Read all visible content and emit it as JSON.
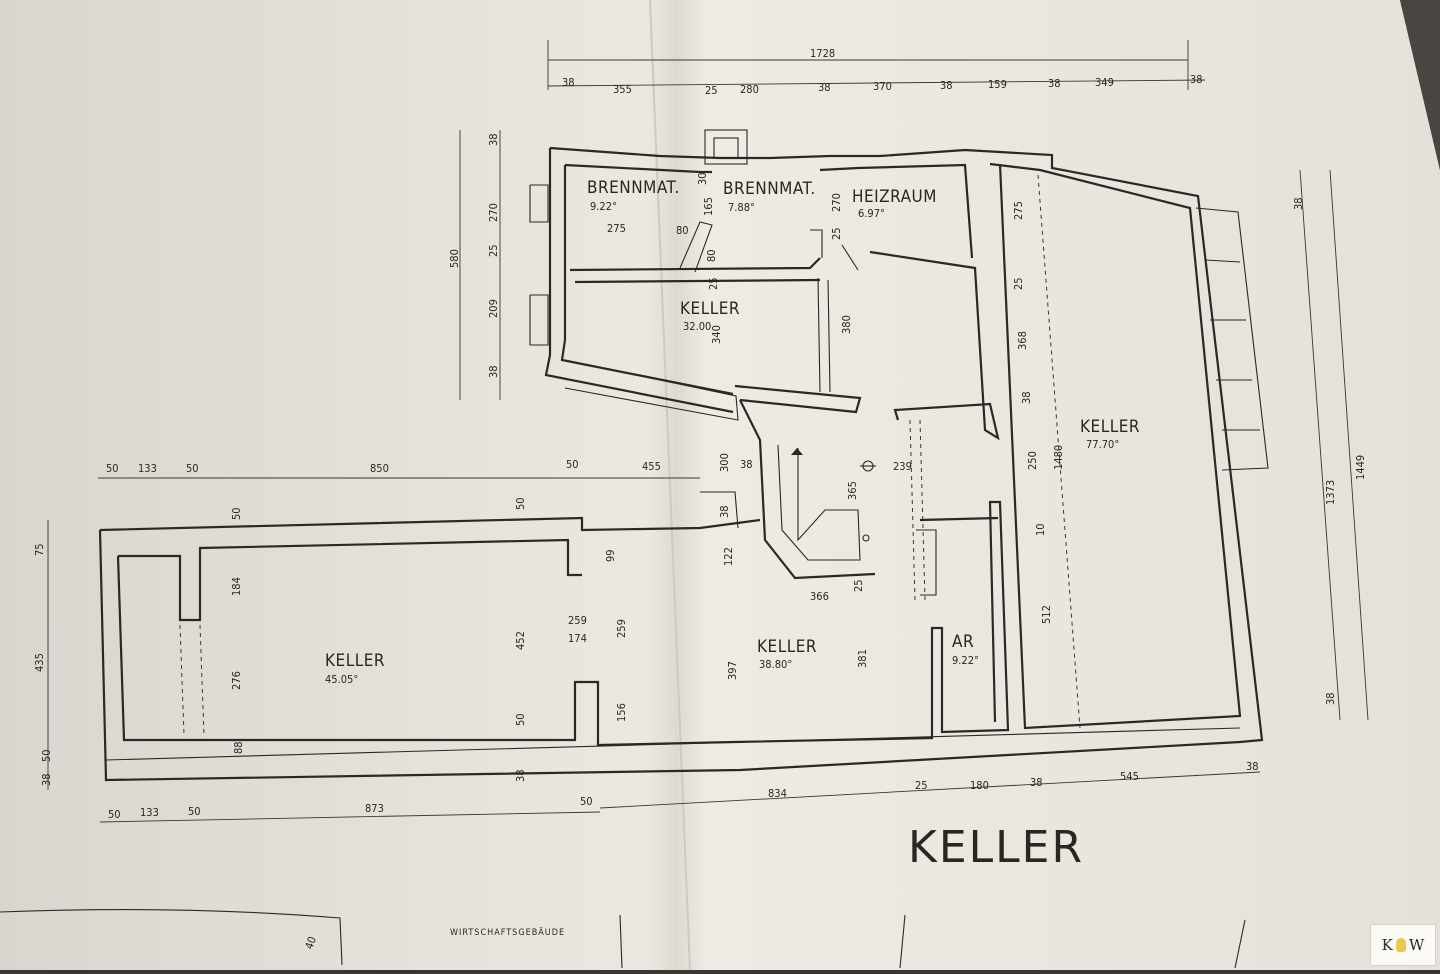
{
  "title": "KELLER",
  "building_label": "WIRTSCHAFTSGEBÄUDE",
  "logo": {
    "left": "K",
    "right": "W",
    "icon": "lightbulb-icon"
  },
  "rooms": [
    {
      "name": "BRENNMAT.",
      "area": "9.22°"
    },
    {
      "name": "BRENNMAT.",
      "area": "7.88°"
    },
    {
      "name": "HEIZRAUM",
      "area": "6.97°"
    },
    {
      "name": "KELLER",
      "area": "32.00"
    },
    {
      "name": "KELLER",
      "area": "77.70°"
    },
    {
      "name": "KELLER",
      "area": "45.05°"
    },
    {
      "name": "KELLER",
      "area": "38.80°"
    },
    {
      "name": "AR",
      "area": "9.22°"
    }
  ],
  "dims_top": [
    "1728",
    "38",
    "355",
    "25",
    "280",
    "38",
    "370",
    "38",
    "159",
    "38",
    "349",
    "38"
  ],
  "dims_mid": [
    "50",
    "133",
    "50",
    "850",
    "50",
    "455"
  ],
  "dims_bottom": [
    "50",
    "133",
    "50",
    "873",
    "50",
    "834",
    "25",
    "180",
    "38",
    "545",
    "38"
  ],
  "dims_left_upper": [
    "38",
    "270",
    "25",
    "209",
    "38",
    "580"
  ],
  "dims_left_lower": [
    "75",
    "435",
    "38",
    "50"
  ],
  "dims_right": [
    "38",
    "1373",
    "1449",
    "38"
  ],
  "dims_inner": [
    "275",
    "80",
    "80",
    "165",
    "270",
    "25",
    "380",
    "340",
    "25",
    "275",
    "25",
    "368",
    "38",
    "1480",
    "250",
    "10",
    "512",
    "300",
    "38",
    "239",
    "365",
    "38",
    "122",
    "366",
    "25",
    "397",
    "381",
    "99",
    "259",
    "174",
    "259",
    "452",
    "156",
    "50",
    "184",
    "276",
    "88",
    "50",
    "38",
    "50",
    "30"
  ],
  "footer_dim": "40"
}
